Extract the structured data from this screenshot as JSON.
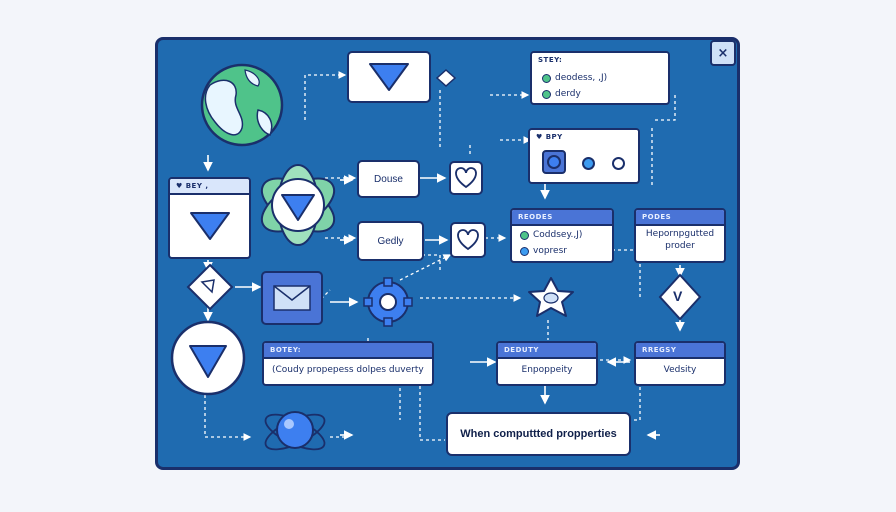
{
  "panel": {
    "close_label": "×"
  },
  "windows": {
    "top_right": {
      "title": "STEY:",
      "items": [
        "deodess, ,J)",
        "derdy"
      ]
    },
    "bpy": {
      "title": "♥ BPY"
    },
    "bey": {
      "title": "♥ BEY ,"
    },
    "reodes": {
      "title": "REODES",
      "items": [
        "Coddsey.,J)",
        "vopresr"
      ]
    },
    "podes": {
      "title": "PODES",
      "text": "Hepornpgutted proder"
    },
    "botey": {
      "title": "BOTEY:",
      "text": "(Coudy propepess dolpes duverty"
    },
    "deduty": {
      "title": "DEDUTY",
      "text": "Enpoppeity"
    },
    "rregsy": {
      "title": "RREGSY",
      "text": "Vedsity"
    }
  },
  "nodes": {
    "douse": "Douse",
    "gedly": "Gedly",
    "v_label": "V",
    "banner": "When computtted propperties"
  },
  "colors": {
    "panel": "#1f6bb0",
    "outline": "#1a2f6b",
    "accent_blue": "#3d7ff0",
    "green": "#4fc38a"
  }
}
